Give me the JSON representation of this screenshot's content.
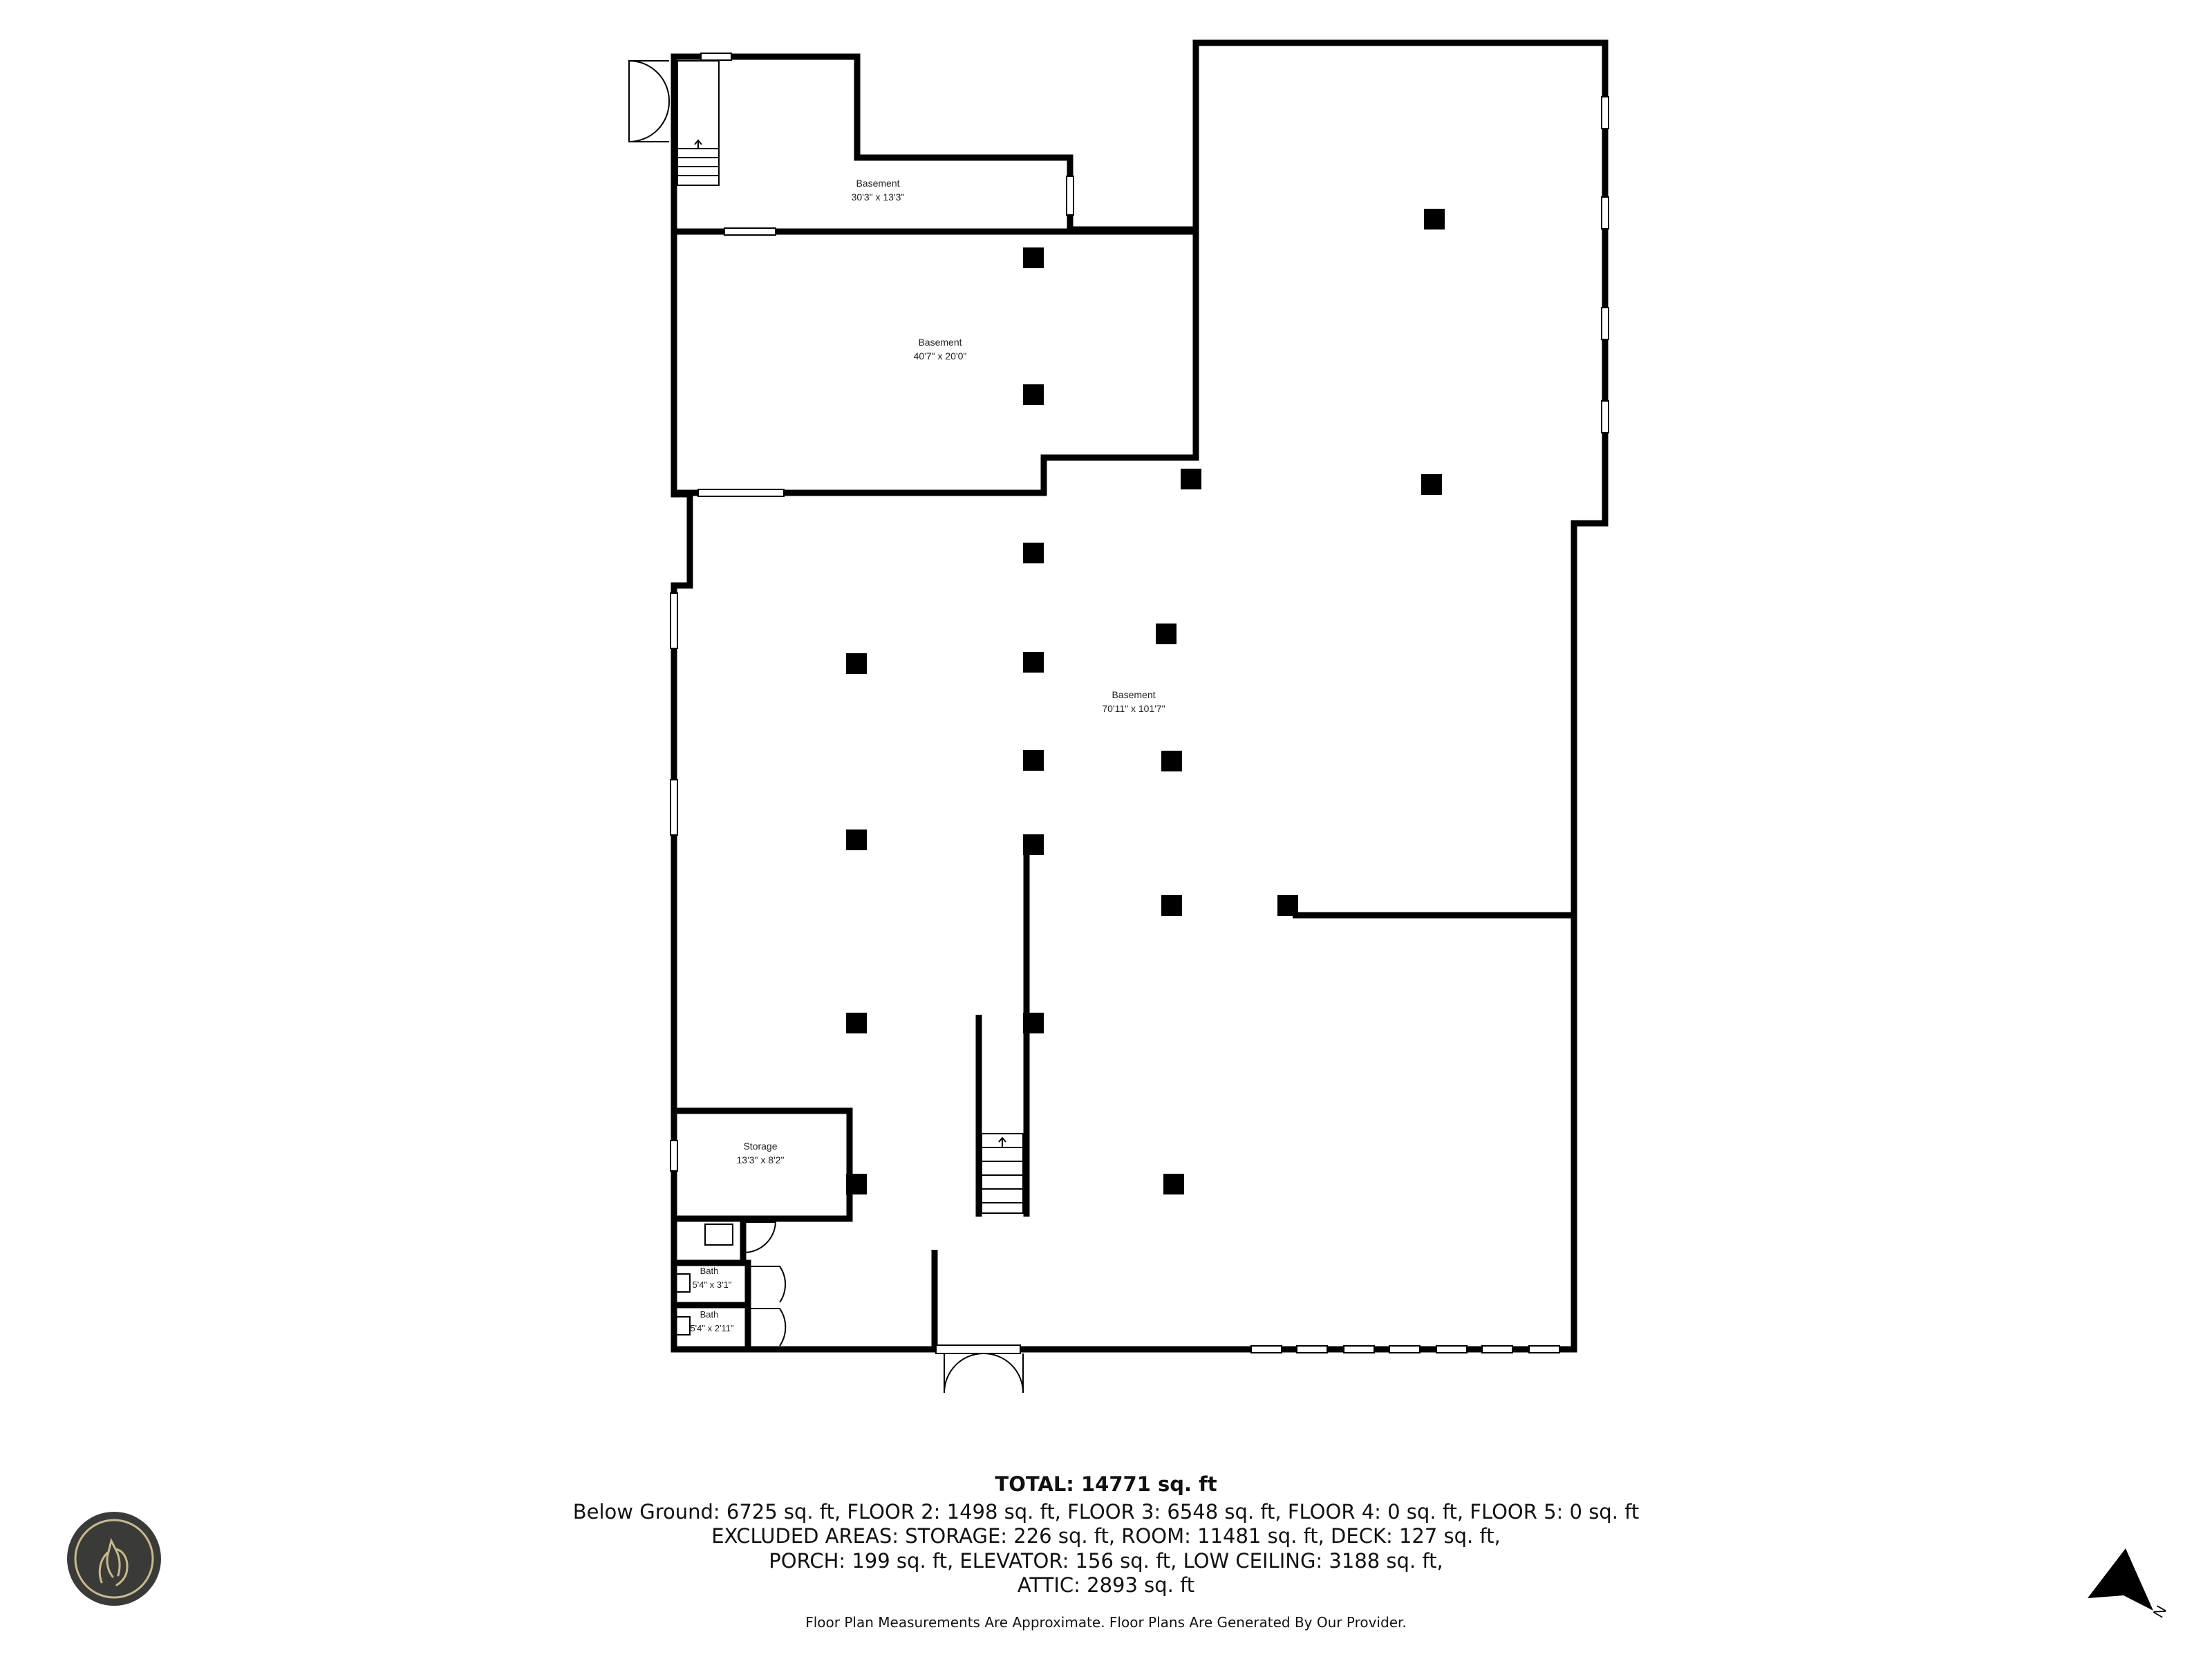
{
  "rooms": {
    "basement_small": {
      "name": "Basement",
      "dims": "30'3\" x 13'3\""
    },
    "basement_mid": {
      "name": "Basement",
      "dims": "40'7\" x 20'0\""
    },
    "basement_main": {
      "name": "Basement",
      "dims": "70'11\" x 101'7\""
    },
    "storage": {
      "name": "Storage",
      "dims": "13'3\" x 8'2\""
    },
    "bath1": {
      "name": "Bath",
      "dims": "5'4\" x 3'1\""
    },
    "bath2": {
      "name": "Bath",
      "dims": "5'4\" x 2'11\""
    }
  },
  "summary": {
    "total": "TOTAL: 14771 sq. ft",
    "line1": "Below Ground: 6725 sq. ft, FLOOR 2: 1498 sq. ft, FLOOR 3: 6548 sq. ft, FLOOR 4: 0 sq. ft, FLOOR 5: 0 sq. ft",
    "line2": "EXCLUDED AREAS: STORAGE: 226 sq. ft, ROOM: 11481 sq. ft, DECK: 127 sq. ft,",
    "line3": "PORCH: 199 sq. ft, ELEVATOR: 156 sq. ft, LOW CEILING: 3188 sq. ft,",
    "line4": "ATTIC: 2893 sq. ft",
    "disclaimer": "Floor Plan Measurements Are Approximate. Floor Plans Are Generated By Our Provider."
  },
  "compass": {
    "label": "N"
  },
  "icons": {
    "logo": "wolf-logo-icon",
    "compass": "north-arrow-icon"
  },
  "colors": {
    "wall": "#000000",
    "logo_bg": "#3a3a38",
    "logo_line": "#c9b98a"
  }
}
